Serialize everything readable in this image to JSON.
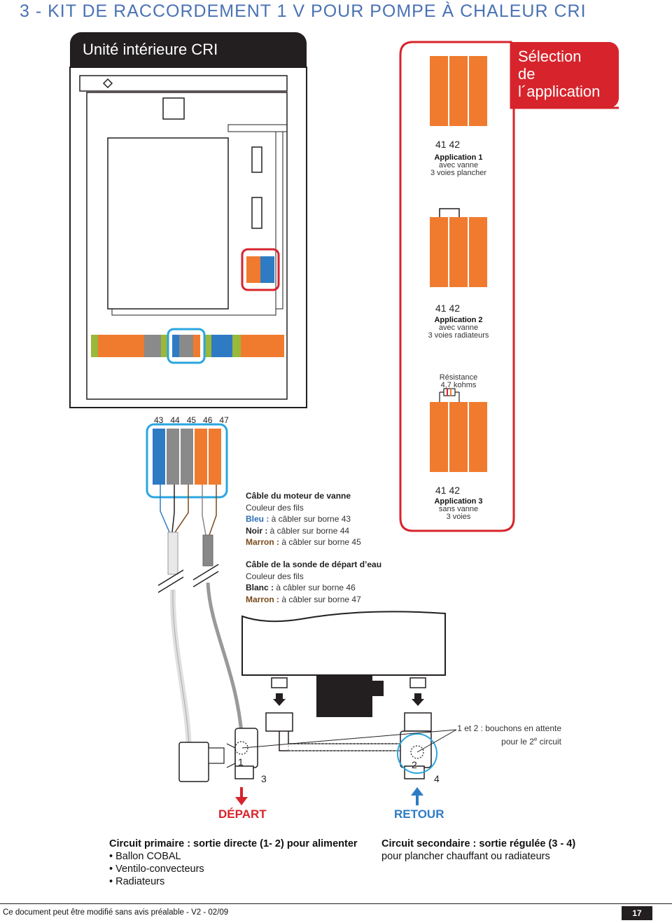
{
  "page_title": "3 - KIT DE RACCORDEMENT 1 V POUR POMPE À CHALEUR CRI",
  "indoor_unit_title": "Unité intérieure CRI",
  "selection_title": [
    "Sélection",
    "de",
    "l´application"
  ],
  "terminal_numbers_app": "41  42",
  "applications": [
    {
      "title": "Application 1",
      "line1": "avec vanne",
      "line2": "3 voies plancher"
    },
    {
      "title": "Application 2",
      "line1": "avec vanne",
      "line2": "3 voies radiateurs"
    },
    {
      "title": "Application 3",
      "line1": "sans vanne",
      "line2": "3 voies"
    }
  ],
  "resistance": {
    "line1": "Résistance",
    "line2": "4,7 kohms"
  },
  "terminal_numbers_valve": "43   44   45   46   47",
  "valve_cable": {
    "title": "Câble du moteur de vanne",
    "subtitle": "Couleur des fils",
    "rows": [
      {
        "key": "Bleu :",
        "text": " à câbler sur borne 43"
      },
      {
        "key": "Noir :",
        "text": " à câbler sur borne 44"
      },
      {
        "key": "Marron :",
        "text": " à câbler sur borne 45"
      }
    ]
  },
  "probe_cable": {
    "title": "Câble de la sonde de départ d’eau",
    "subtitle": "Couleur des fils",
    "rows": [
      {
        "key": "Blanc :",
        "text": " à câbler sur borne 46"
      },
      {
        "key": "Marron :",
        "text": " à câbler sur borne 47"
      }
    ]
  },
  "plug_note": {
    "line1": "1 et 2 : bouchons en attente",
    "line2_pre": "pour le 2",
    "line2_sup": "e",
    "line2_post": " circuit"
  },
  "port_labels": {
    "p1": "1",
    "p2": "2",
    "p3": "3",
    "p4": "4"
  },
  "flow": {
    "depart": "DÉPART",
    "retour": "RETOUR"
  },
  "circuits": {
    "primary": {
      "title": "Circuit primaire  : sortie directe (1- 2) pour alimenter",
      "items": [
        "Ballon COBAL",
        "Ventilo-convecteurs",
        "Radiateurs"
      ]
    },
    "secondary": {
      "title": "Circuit secondaire  : sortie régulée (3 - 4)",
      "line2": "pour plancher chauffant ou radiateurs"
    }
  },
  "footer": "Ce document peut être modifié sans avis préalable - V2 - 02/09",
  "page_number": "17",
  "colors": {
    "orange": "#f07b2e",
    "blue": "#2e7bc4",
    "grey": "#8a8a8a",
    "red": "#d7242c",
    "cyan": "#2aa6df",
    "dark": "#231f20"
  }
}
